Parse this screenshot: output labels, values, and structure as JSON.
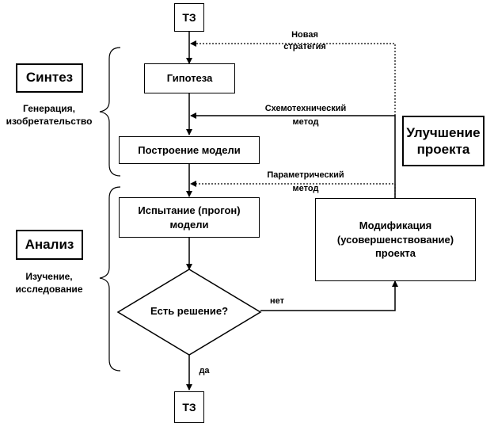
{
  "nodes": {
    "tz_top": "ТЗ",
    "hypothesis": "Гипотеза",
    "model_build": "Построение модели",
    "test_line1": "Испытание (прогон)",
    "test_line2": "модели",
    "decision": "Есть решение?",
    "modify_line1": "Модификация",
    "modify_line2": "(усовершенствование)",
    "modify_line3": "проекта",
    "tz_bottom": "ТЗ"
  },
  "labels": {
    "new_strategy_1": "Новая",
    "new_strategy_2": "стратегия",
    "schematic_1": "Схемотехнический",
    "schematic_2": "метод",
    "parametric_1": "Параметрический",
    "parametric_2": "метод",
    "no": "нет",
    "yes": "да"
  },
  "phases": {
    "synthesis_title": "Синтез",
    "synthesis_desc_1": "Генерация,",
    "synthesis_desc_2": "изобретательство",
    "analysis_title": "Анализ",
    "analysis_desc_1": "Изучение,",
    "analysis_desc_2": "исследование",
    "improvement_1": "Улучшение",
    "improvement_2": "проекта"
  }
}
